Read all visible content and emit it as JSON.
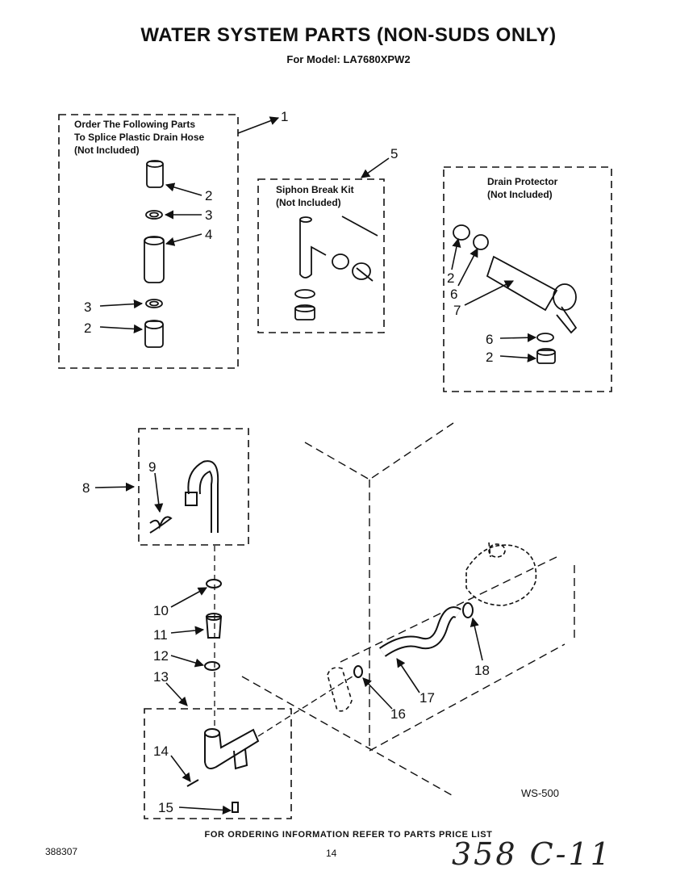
{
  "header": {
    "title": "WATER SYSTEM PARTS (NON-SUDS ONLY)",
    "subtitle": "For Model: LA7680XPW2"
  },
  "boxes": {
    "splice_note": [
      "Order The Following Parts",
      "To Splice Plastic Drain Hose",
      "(Not Included)"
    ],
    "siphon_note": [
      "Siphon Break Kit",
      "(Not Included)"
    ],
    "drain_note": [
      "Drain Protector",
      "(Not Included)"
    ]
  },
  "callouts": {
    "c1": "1",
    "c2a": "2",
    "c3a": "3",
    "c4": "4",
    "c3b": "3",
    "c2b": "2",
    "c5": "5",
    "c2c": "2",
    "c6a": "6",
    "c7": "7",
    "c6b": "6",
    "c2d": "2",
    "c8": "8",
    "c9": "9",
    "c10": "10",
    "c11": "11",
    "c12": "12",
    "c13": "13",
    "c14": "14",
    "c15": "15",
    "c16": "16",
    "c17": "17",
    "c18": "18"
  },
  "footer": {
    "ordering_info": "FOR ORDERING INFORMATION REFER TO PARTS PRICE LIST",
    "doc_number": "388307",
    "page_number": "14",
    "diagram_code": "WS-500",
    "handwritten_note": "358 C-11"
  },
  "colors": {
    "ink": "#111111",
    "paper": "#ffffff"
  }
}
